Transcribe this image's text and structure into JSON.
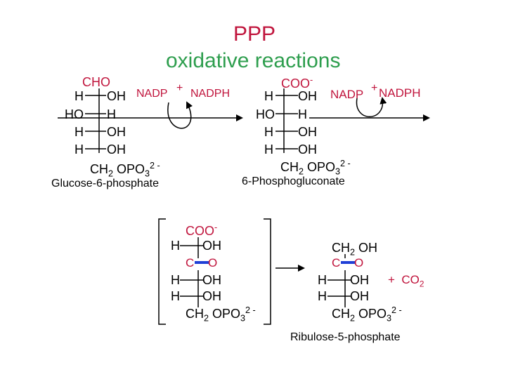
{
  "title": "PPP",
  "subtitle": "oxidative reactions",
  "colors": {
    "title": "#c0143c",
    "subtitle": "#2e9e4e",
    "red_text": "#c0143c",
    "blue_bond": "#1f3fd6"
  },
  "glucose6p": {
    "top": "CHO",
    "r1_left": "H",
    "r1_right": "OH",
    "r2_left": "HO",
    "r2_right": "H",
    "r3_left": "H",
    "r3_right": "OH",
    "r4_left": "H",
    "r4_right": "OH",
    "bottom_main": "CH",
    "bottom_sub1": "2",
    "bottom_mid": " OPO",
    "bottom_sub2": "3",
    "bottom_sup": "2 -",
    "name": "Glucose-6-phosphate"
  },
  "step1": {
    "in": "NADP",
    "plus": "+",
    "out": "NADPH"
  },
  "gluconate": {
    "top": "COO",
    "top_sup": "-",
    "r1_left": "H",
    "r1_right": "OH",
    "r2_left": "HO",
    "r2_right": "H",
    "r3_left": "H",
    "r3_right": "OH",
    "r4_left": "H",
    "r4_right": "OH",
    "bottom_main": "CH",
    "bottom_sub1": "2",
    "bottom_mid": " OPO",
    "bottom_sub2": "3",
    "bottom_sup": "2 -",
    "name": "6-Phosphogluconate"
  },
  "step2": {
    "in": "NADP",
    "plus": "+",
    "out": "NADPH"
  },
  "intermediate": {
    "top": "COO",
    "top_sup": "-",
    "r1_left": "H",
    "r1_right": "OH",
    "c_left": "C",
    "c_right": "O",
    "r3_left": "H",
    "r3_right": "OH",
    "r4_left": "H",
    "r4_right": "OH",
    "bottom_main": "CH",
    "bottom_sub1": "2",
    "bottom_mid": " OPO",
    "bottom_sub2": "3",
    "bottom_sup": "2 -"
  },
  "ribulose5p": {
    "top_main": "CH",
    "top_sub": "2",
    "top_end": " OH",
    "c_left": "C",
    "c_right": "O",
    "r3_left": "H",
    "r3_right": "OH",
    "r4_left": "H",
    "r4_right": "OH",
    "bottom_main": "CH",
    "bottom_sub1": "2",
    "bottom_mid": " OPO",
    "bottom_sub2": "3",
    "bottom_sup": "2 -",
    "name": "Ribulose-5-phosphate"
  },
  "co2": {
    "plus": "+",
    "main": "CO",
    "sub": "2"
  }
}
